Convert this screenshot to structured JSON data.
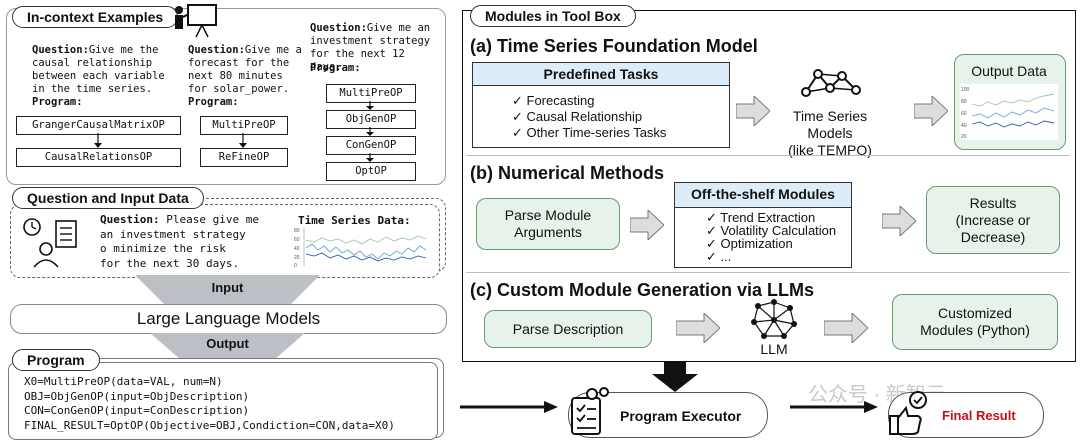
{
  "left": {
    "incontext": {
      "title": "In-context Examples",
      "ex1": {
        "question_label": "Question:",
        "question": "Give me the causal relationship between each variable in the time series.",
        "program_label": "Program:",
        "ops": [
          "GrangerCausalMatrixOP",
          "CausalRelationsOP"
        ]
      },
      "ex2": {
        "question_label": "Question:",
        "question": "Give me a forecast for the next 80 minutes for solar_power.",
        "program_label": "Program:",
        "ops": [
          "MultiPreOP",
          "ReFineOP"
        ]
      },
      "ex3": {
        "question_label": "Question:",
        "question": "Give me an investment strategy for the next 12 days.",
        "program_label": "Program:",
        "ops": [
          "MultiPreOP",
          "ObjGenOP",
          "ConGenOP",
          "OptOP"
        ]
      }
    },
    "qinput": {
      "title": "Question and Input Data",
      "question_label": "Question:",
      "question_lines": [
        "Please give me",
        "an investment strategy",
        "o minimize the risk",
        "for the next 30 days."
      ],
      "ts_label": "Time Series Data:",
      "ts_ticks": [
        "80",
        "60",
        "40",
        "20",
        "0"
      ]
    },
    "input_label": "Input",
    "llm_label": "Large Language Models",
    "output_label": "Output",
    "program": {
      "title": "Program",
      "lines": [
        "X0=MultiPreOP(data=VAL, num=N)",
        "OBJ=ObjGenOP(input=ObjDescription)",
        "CON=ConGenOP(input=ConDescription)",
        "FINAL_RESULT=OptOP(Objective=OBJ,Condiction=CON,data=X0)"
      ]
    }
  },
  "right": {
    "title": "Modules in Tool Box",
    "a": {
      "title": "(a) Time Series Foundation Model",
      "tasks_header": "Predefined Tasks",
      "tasks": [
        "Forecasting",
        "Causal Relationship",
        "Other Time-series Tasks"
      ],
      "models_label": "Time Series Models",
      "models_sub": "(like TEMPO)",
      "output_title": "Output Data",
      "output_ticks": [
        "100",
        "80",
        "60",
        "40",
        "20"
      ]
    },
    "b": {
      "title": "(b) Numerical Methods",
      "parse_label": "Parse Module Arguments",
      "modules_header": "Off-the-shelf Modules",
      "modules": [
        "Trend Extraction",
        "Volatility Calculation",
        "Optimization",
        "..."
      ],
      "results_label": "Results (Increase or Decrease)"
    },
    "c": {
      "title": "(c) Custom Module Generation via LLMs",
      "parse_label": "Parse Description",
      "llm_label": "LLM",
      "custom_label": "Customized Modules (Python)"
    }
  },
  "bottom": {
    "executor_label": "Program Executor",
    "final_label": "Final Result",
    "watermark": "公众号 · 新智元"
  },
  "colors": {
    "green_fill": "#e7f3ea",
    "blue_fill": "#dcecf8",
    "final_red": "#c0121c"
  }
}
